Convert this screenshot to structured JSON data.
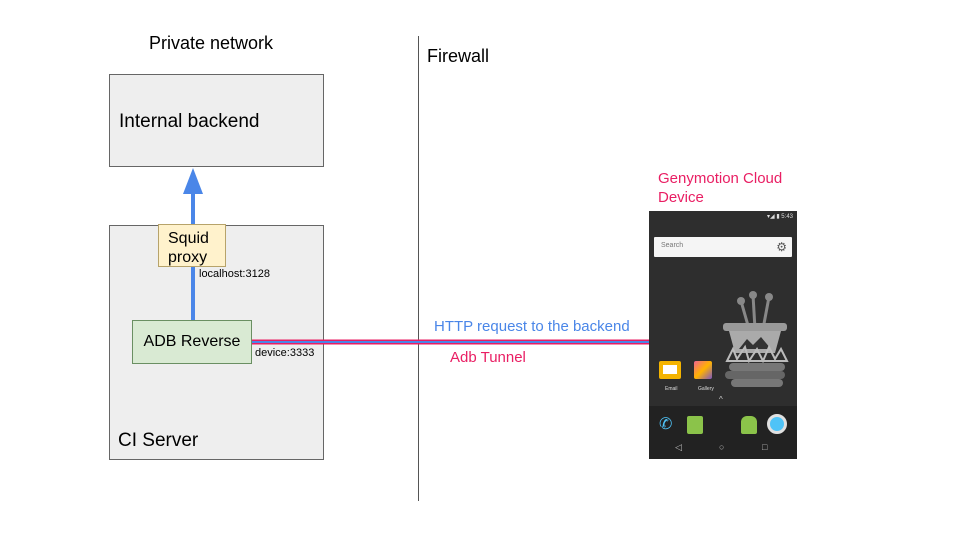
{
  "labels": {
    "private_network": "Private network",
    "firewall": "Firewall",
    "internal_backend": "Internal backend",
    "ci_server": "CI Server",
    "squid_proxy_line1": "Squid",
    "squid_proxy_line2": "proxy",
    "localhost_port": "localhost:3128",
    "adb_reverse": "ADB Reverse",
    "device_port": "device:3333",
    "http_request": "HTTP request to the backend",
    "adb_tunnel": "Adb Tunnel",
    "device_title_line1": "Genymotion Cloud",
    "device_title_line2": "Device"
  },
  "phone": {
    "search_placeholder": "Search",
    "apps": [
      "Email",
      "Gallery"
    ],
    "icons": [
      "gear-icon",
      "email-app-icon",
      "gallery-app-icon",
      "phone-icon",
      "contacts-icon",
      "android-store-icon",
      "chrome-icon",
      "back-nav-icon",
      "home-nav-icon",
      "recents-nav-icon"
    ]
  },
  "colors": {
    "http_line": "#4a86e8",
    "tunnel_line": "#e91e63",
    "device_title": "#e91e63",
    "http_label": "#4a86e8"
  }
}
